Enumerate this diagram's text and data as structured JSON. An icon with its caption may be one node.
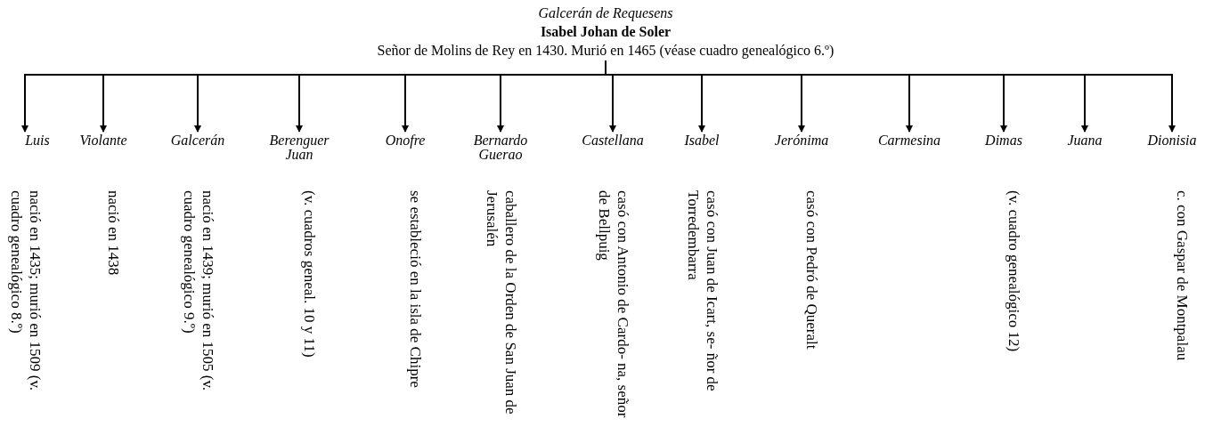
{
  "diagram": {
    "nodes": [
      {
        "text": [
          "Galcerán de Requesens",
          "Isabel Johan de Soler",
          "Señor de Molins de Rey en 1430. Murió en 1465 (véase cuadro genealógico 6.º)"
        ]
      },
      {
        "text": [
          "Luis"
        ],
        "beside": [
          "nació en 1435; murió en 1509 (v. cuadro genealógico 8.º)"
        ]
      },
      {
        "text": [
          "Violante"
        ],
        "beside": [
          "nació en 1438"
        ]
      },
      {
        "text": [
          "Galcerán"
        ],
        "beside": [
          "nació en 1439; murió en 1505 (v. cuadro genealógico 9.º)"
        ]
      },
      {
        "text": [
          "Berenguer Juan"
        ],
        "beside": [
          "(v. cuadros geneal. 10 y 11)"
        ]
      },
      {
        "text": [
          "Onofre"
        ],
        "beside": [
          "se estableció en la isla de Chipre"
        ]
      },
      {
        "text": [
          "Bernardo Guerao"
        ],
        "beside": [
          "caballero de la Orden de San Juan de Jerusalén"
        ]
      },
      {
        "text": [
          "Castellana"
        ],
        "beside": [
          "casó con Antonio de Cardo- na, señor de Bellpuig"
        ]
      },
      {
        "text": [
          "Isabel"
        ],
        "beside": [
          "casó con Juan de Icart, se- ñor de Torredembarra"
        ]
      },
      {
        "text": [
          "Jerónima"
        ],
        "beside": [
          "casó con Pedró de Queralt"
        ]
      },
      {
        "text": [
          "Carmesina"
        ]
      },
      {
        "text": [
          "Dimas"
        ],
        "beside": [
          "(v. cuadro genealógico 12)"
        ]
      },
      {
        "text": [
          "Juana"
        ]
      },
      {
        "text": [
          "Dionisia"
        ],
        "beside": [
          "c. con Gaspar de Montpalau"
        ]
      }
    ],
    "edges": [
      {
        "from": 0,
        "to": 1,
        "arrow": "to"
      },
      {
        "from": 0,
        "to": 2,
        "arrow": "to"
      },
      {
        "from": 0,
        "to": 3,
        "arrow": "to"
      },
      {
        "from": 0,
        "to": 4,
        "arrow": "to"
      },
      {
        "from": 0,
        "to": 5,
        "arrow": "to"
      },
      {
        "from": 0,
        "to": 6,
        "arrow": "to"
      },
      {
        "from": 0,
        "to": 7,
        "arrow": "to"
      },
      {
        "from": 0,
        "to": 8,
        "arrow": "to"
      },
      {
        "from": 0,
        "to": 9,
        "arrow": "to"
      },
      {
        "from": 0,
        "to": 10,
        "arrow": "to"
      },
      {
        "from": 0,
        "to": 11,
        "arrow": "to"
      },
      {
        "from": 0,
        "to": 12,
        "arrow": "to"
      },
      {
        "from": 0,
        "to": 13,
        "arrow": "to"
      }
    ]
  }
}
